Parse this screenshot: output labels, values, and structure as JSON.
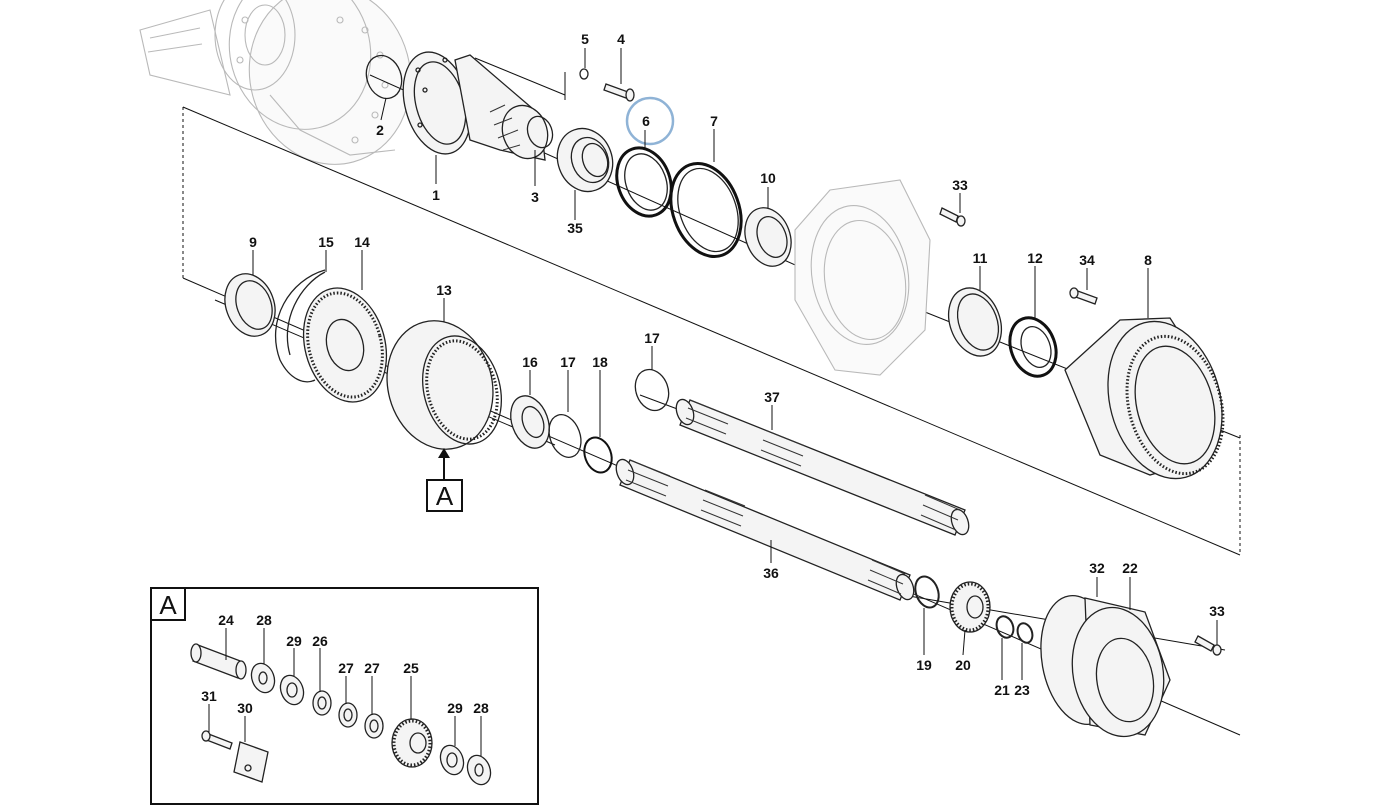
{
  "callouts": {
    "c1": "1",
    "c2": "2",
    "c3": "3",
    "c4": "4",
    "c5": "5",
    "c6": "6",
    "c7": "7",
    "c8": "8",
    "c9": "9",
    "c10": "10",
    "c11": "11",
    "c12": "12",
    "c13": "13",
    "c14": "14",
    "c15": "15",
    "c16": "16",
    "c17a": "17",
    "c17b": "17",
    "c18": "18",
    "c19": "19",
    "c20": "20",
    "c21": "21",
    "c22": "22",
    "c23": "23",
    "c24": "24",
    "c25": "25",
    "c26": "26",
    "c27a": "27",
    "c27b": "27",
    "c28a": "28",
    "c28b": "28",
    "c29a": "29",
    "c29b": "29",
    "c30": "30",
    "c31": "31",
    "c32": "32",
    "c33a": "33",
    "c33b": "33",
    "c34": "34",
    "c35": "35",
    "c36": "36",
    "c37": "37"
  },
  "detail_ref": {
    "label": "A"
  },
  "detail_box": {
    "label": "A"
  },
  "highlight": {
    "part": "6",
    "color": "#8fb3d6"
  }
}
